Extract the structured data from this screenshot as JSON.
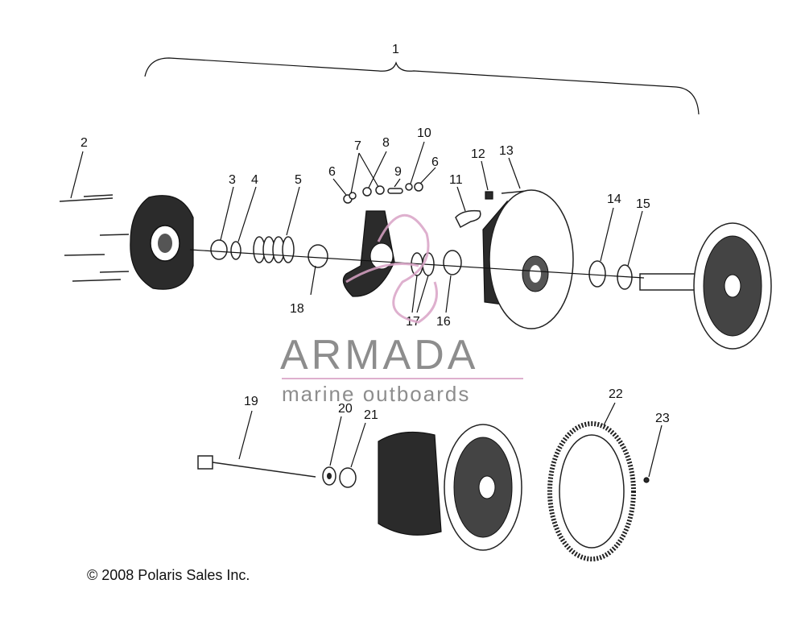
{
  "callouts": {
    "c1": "1",
    "c2": "2",
    "c3": "3",
    "c4": "4",
    "c5": "5",
    "c6a": "6",
    "c6b": "6",
    "c7": "7",
    "c8": "8",
    "c9": "9",
    "c10": "10",
    "c11": "11",
    "c12": "12",
    "c13": "13",
    "c14": "14",
    "c15": "15",
    "c16": "16",
    "c17": "17",
    "c18": "18",
    "c19": "19",
    "c20": "20",
    "c21": "21",
    "c22": "22",
    "c23": "23"
  },
  "watermark": {
    "brand": "ARMADA",
    "tagline": "marine outboards"
  },
  "copyright": "© 2008 Polaris Sales Inc.",
  "colors": {
    "ink": "#111111",
    "watermark_pink": "#d9a3c6",
    "watermark_gray": "#7a7a7a"
  }
}
